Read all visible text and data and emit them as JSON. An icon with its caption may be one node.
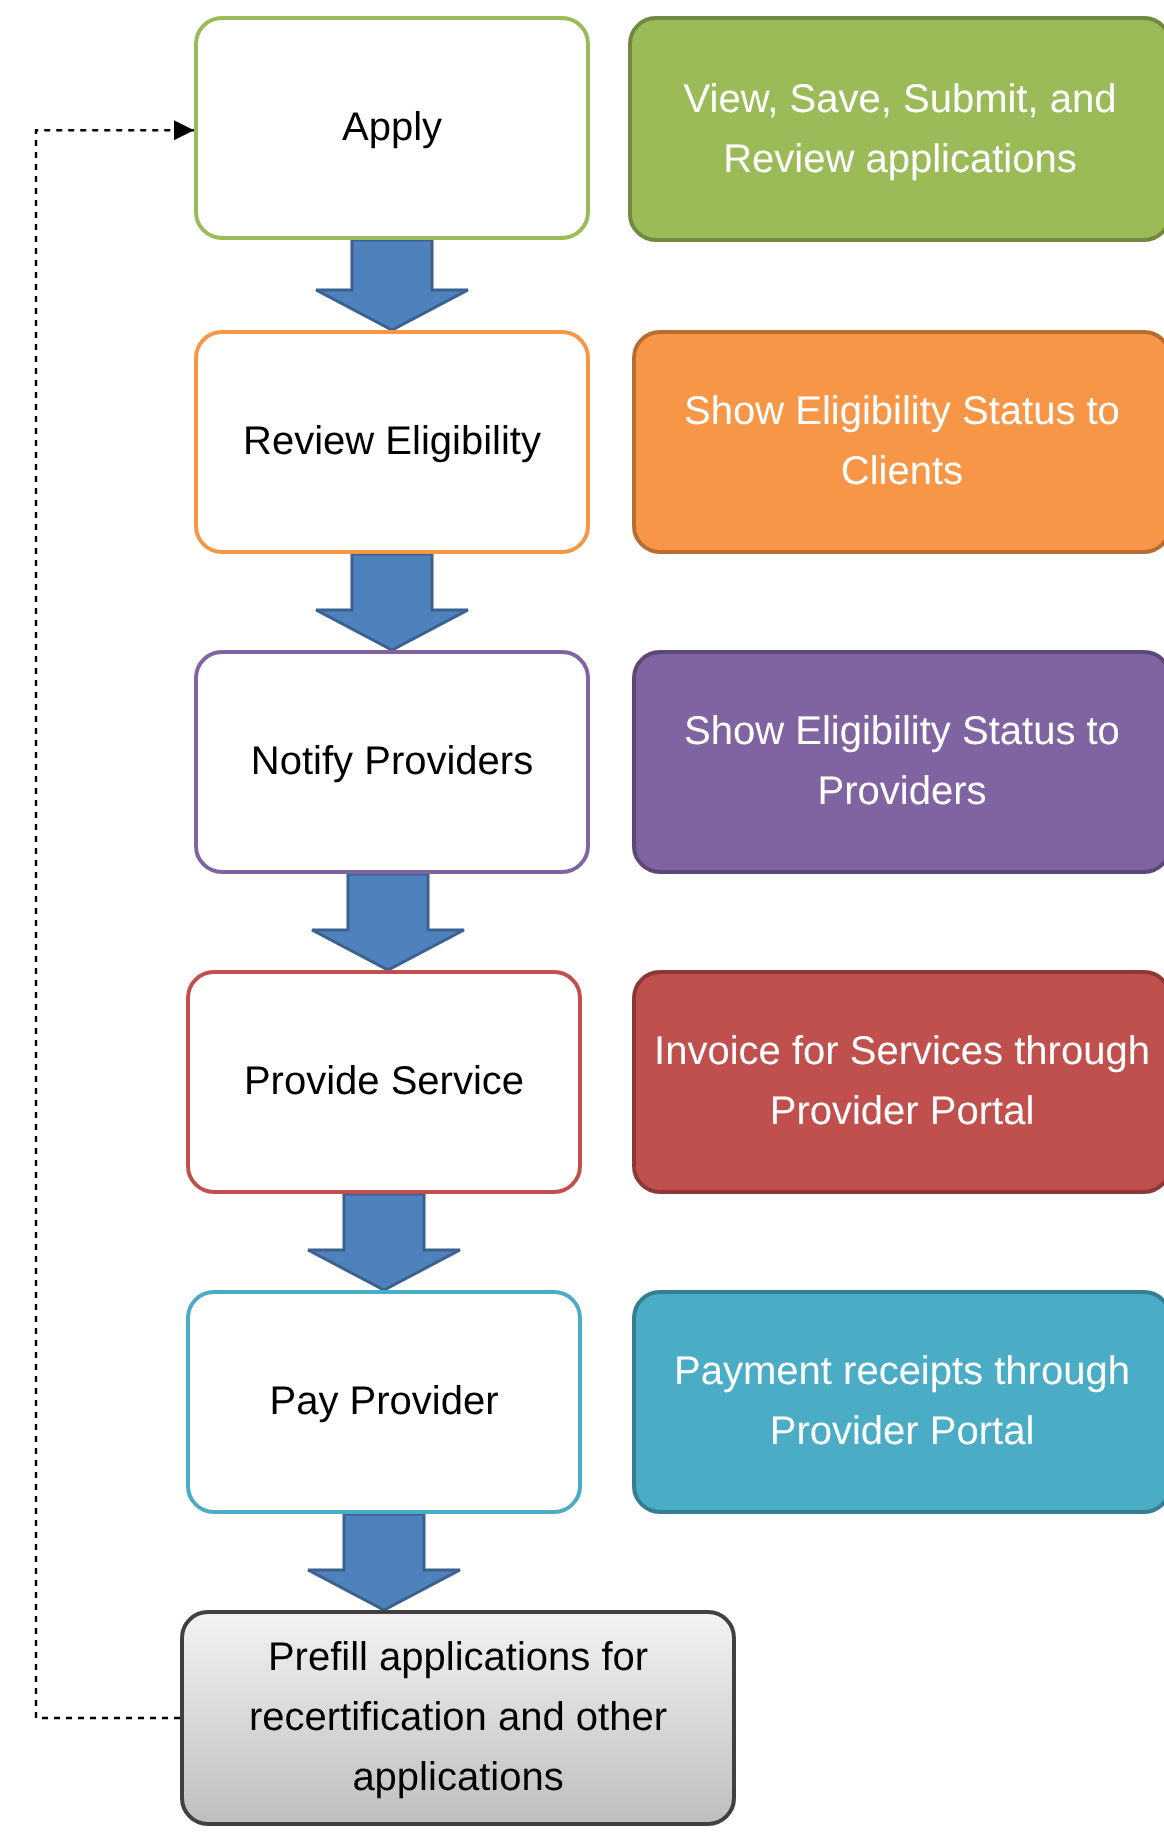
{
  "diagram": {
    "nodes": [
      {
        "text": [
          "Apply"
        ]
      },
      {
        "text": [
          "Review Eligibility"
        ]
      },
      {
        "text": [
          "Notify Providers"
        ]
      },
      {
        "text": [
          "Provide Service"
        ]
      },
      {
        "text": [
          "Pay Provider"
        ]
      },
      {
        "text": [
          "Prefill applications for recertification and other applications"
        ]
      },
      {
        "text": [
          "View, Save, Submit, and Review applications"
        ]
      },
      {
        "text": [
          "Show Eligibility Status to Clients"
        ]
      },
      {
        "text": [
          "Show Eligibility Status to Providers"
        ]
      },
      {
        "text": [
          "Invoice for Services through Provider Portal"
        ]
      },
      {
        "text": [
          "Payment receipts through Provider Portal"
        ]
      }
    ],
    "edges": [
      {
        "from": 0,
        "to": 1,
        "arrow": "to",
        "style": "thick"
      },
      {
        "from": 1,
        "to": 2,
        "arrow": "to",
        "style": "thick"
      },
      {
        "from": 2,
        "to": 3,
        "arrow": "to",
        "style": "thick"
      },
      {
        "from": 3,
        "to": 4,
        "arrow": "to",
        "style": "thick"
      },
      {
        "from": 4,
        "to": 5,
        "arrow": "to",
        "style": "thick"
      },
      {
        "from": 5,
        "to": 0,
        "arrow": "to",
        "style": "dashed",
        "color": "#000000"
      }
    ]
  }
}
